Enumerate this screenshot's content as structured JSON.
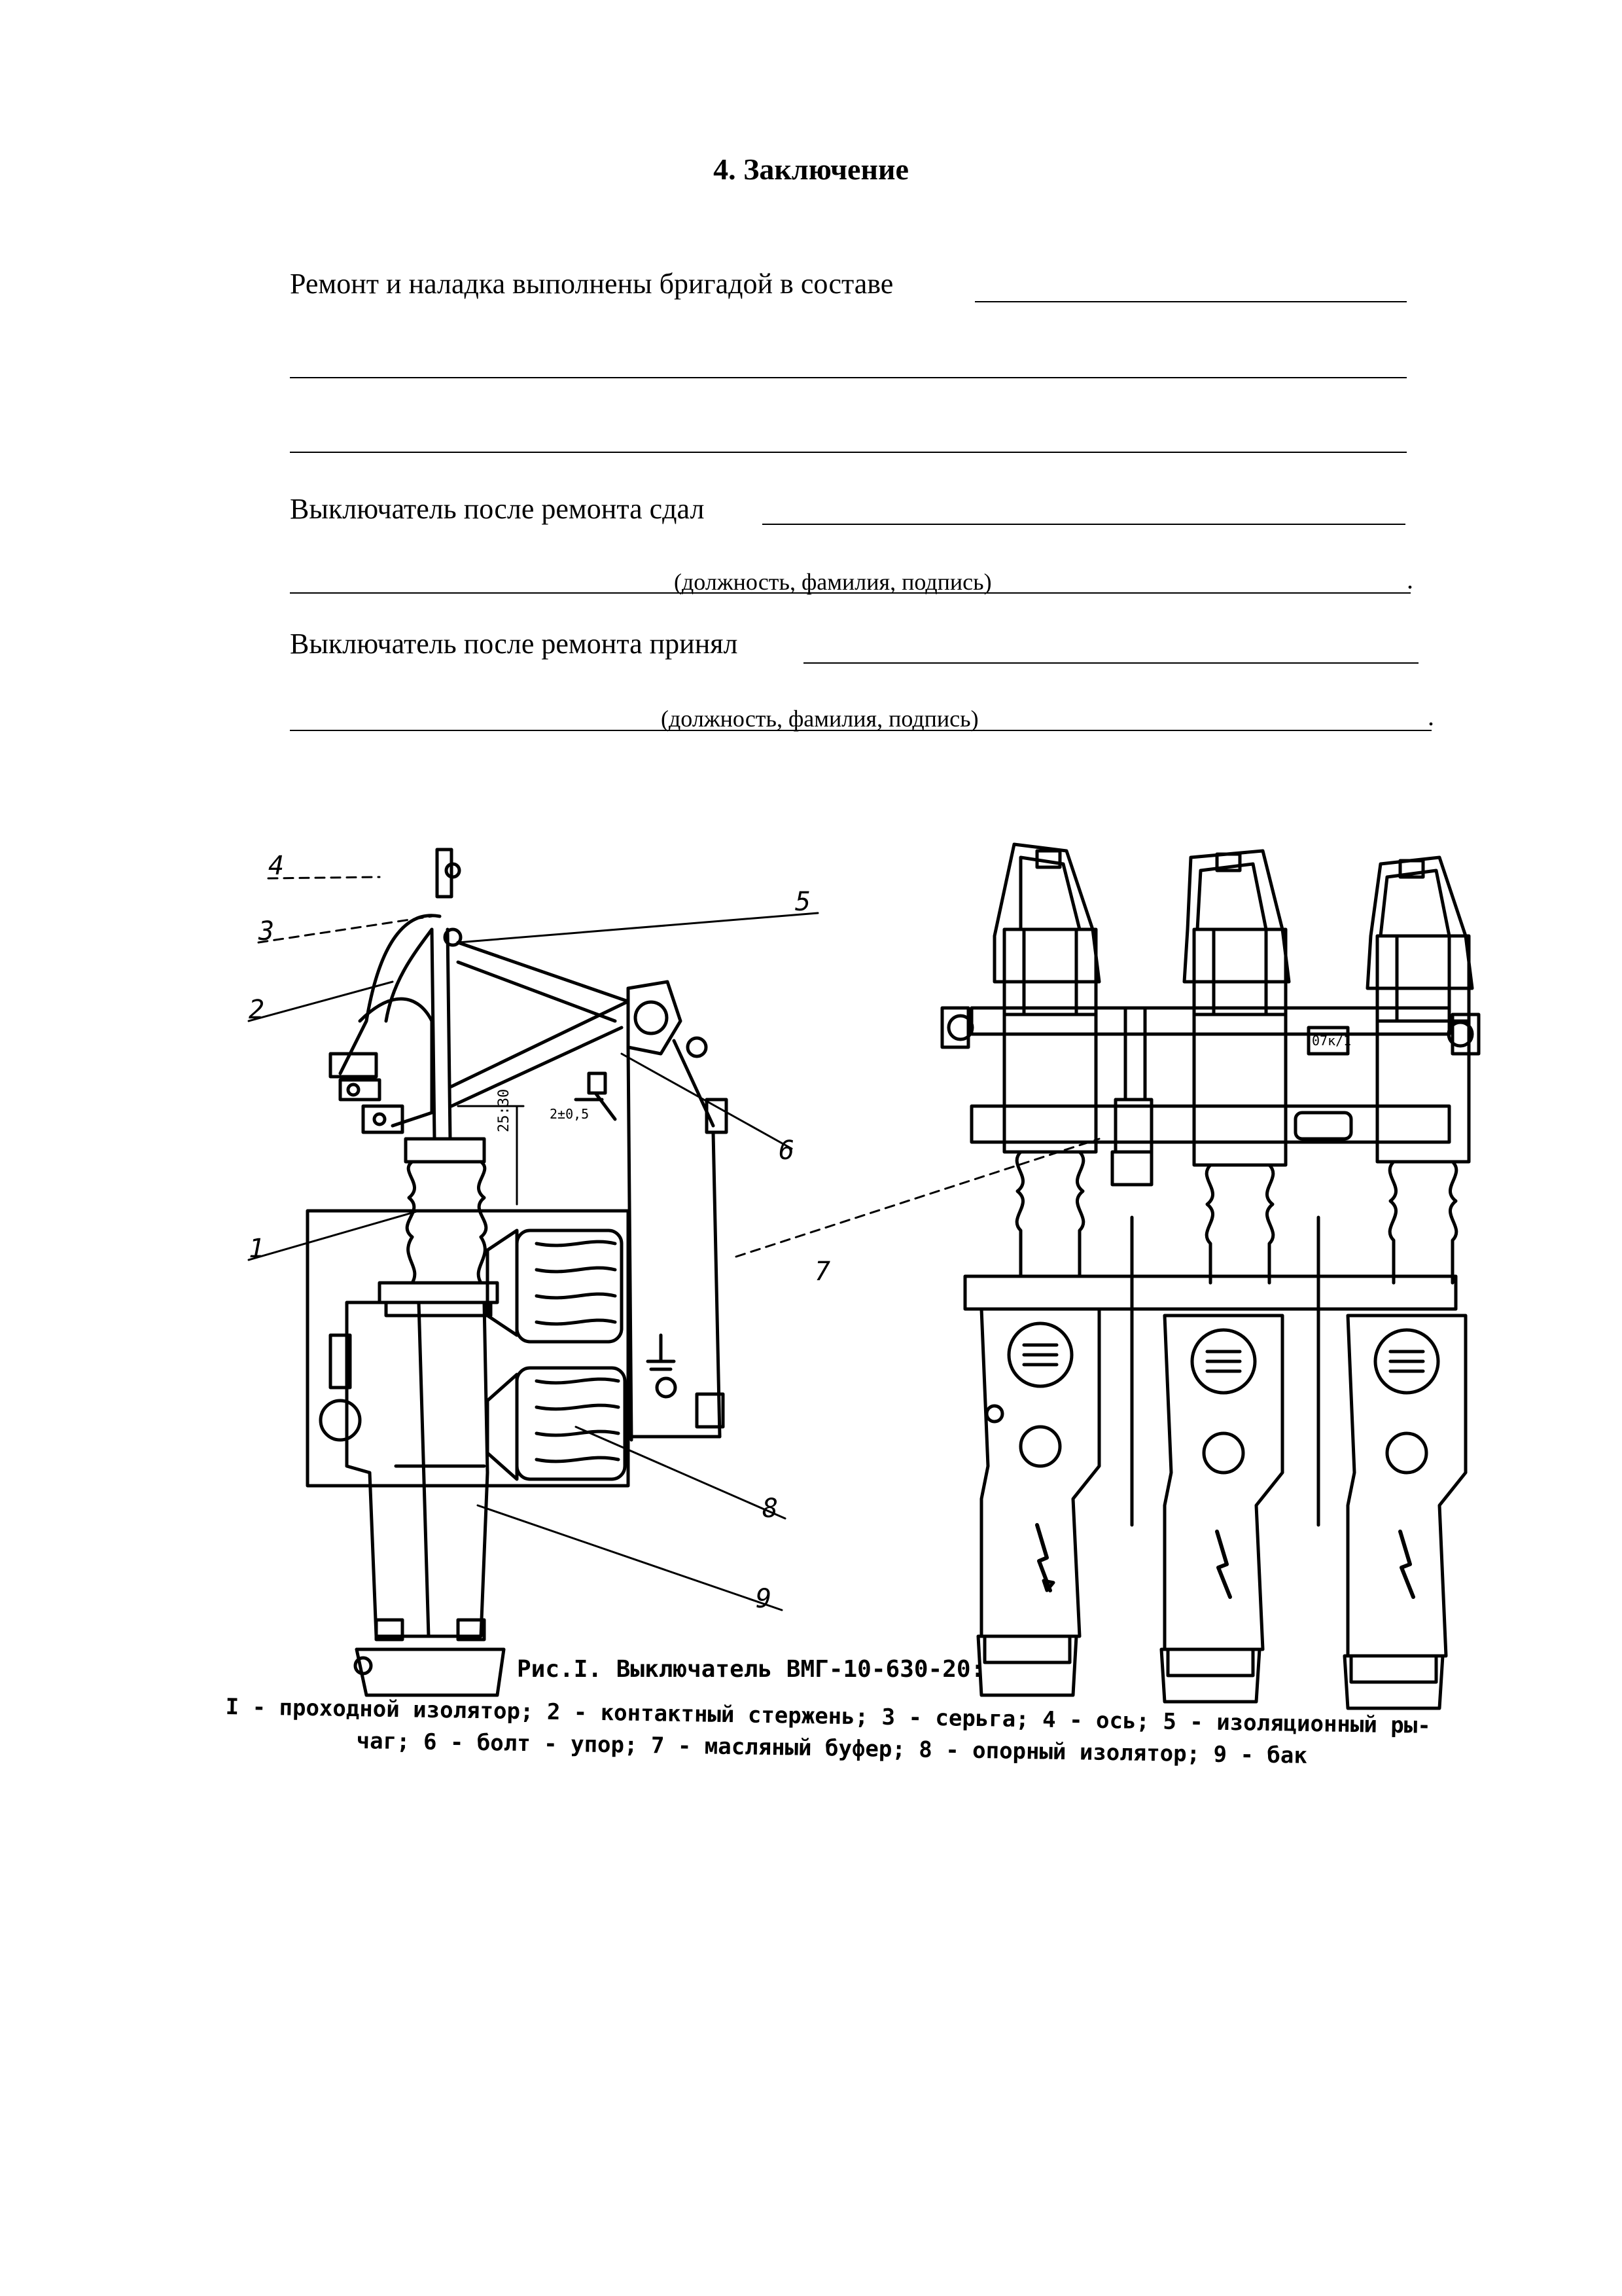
{
  "section": {
    "title": "4. Заключение"
  },
  "form": {
    "crew_label": "Ремонт и наладка выполнены бригадой в составе",
    "handed_over_label": "Выключатель после ремонта сдал",
    "accepted_label": "Выключатель после ремонта принял",
    "signature_hint_1": "(должность, фамилия, подпись)",
    "signature_hint_2": "(должность, фамилия, подпись)",
    "end_dot": "."
  },
  "figure": {
    "caption_title": "Рис.I. Выключатель ВМГ-10-630-20:",
    "legend_line_1": "I - проходной изолятор; 2 - контактный стержень; 3 - серьга; 4 - ось; 5 - изоляционный ры-",
    "legend_line_2": "чаг; 6 - болт - упор; 7 - масляный буфер; 8 - опорный изолятор; 9 - бак",
    "callouts": [
      "4",
      "3",
      "2",
      "1",
      "5",
      "6",
      "7",
      "8",
      "9"
    ],
    "dimension_label": "25:30",
    "small_dimension_label": "2±0,5",
    "plate_label": "07к/1"
  }
}
